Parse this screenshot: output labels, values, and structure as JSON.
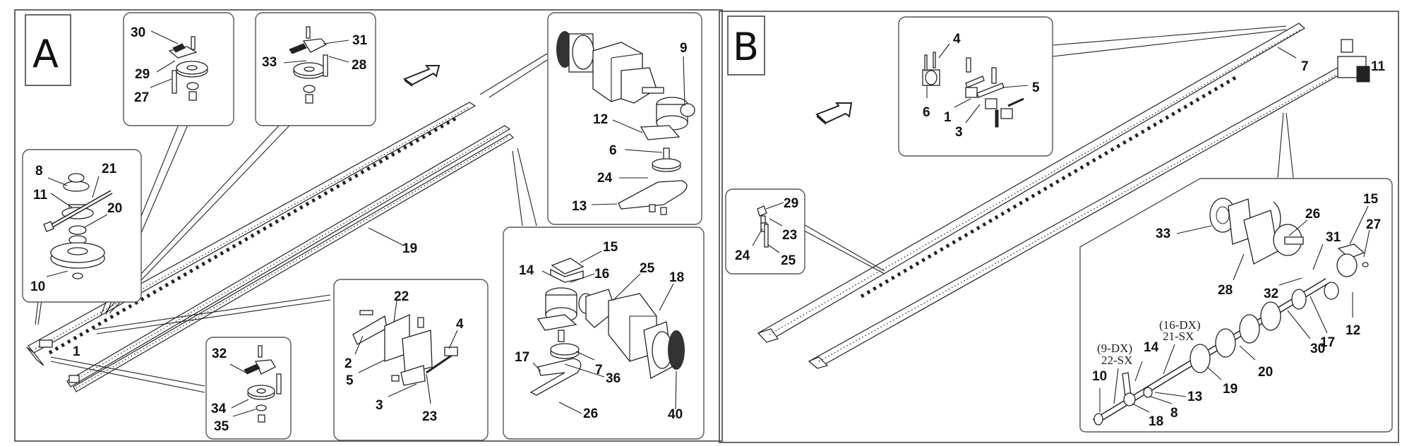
{
  "figure": {
    "description": "Exploded parts diagram of conveyor rail assemblies with numbered callouts",
    "panels": [
      {
        "id": "A",
        "letter": "A",
        "direction_arrow": "arrow-icon",
        "main_callouts": [
          "1",
          "19"
        ],
        "detail_boxes": [
          {
            "name": "tensioner-pulley-a",
            "callouts": [
              "30",
              "29",
              "27"
            ]
          },
          {
            "name": "tensioner-pulley-b",
            "callouts": [
              "31",
              "33",
              "28"
            ]
          },
          {
            "name": "idler-pulley",
            "callouts": [
              "8",
              "21",
              "11",
              "20",
              "10"
            ]
          },
          {
            "name": "motor-drive-top",
            "callouts": [
              "9",
              "12",
              "6",
              "24",
              "13"
            ]
          },
          {
            "name": "sensor-bracket",
            "callouts": [
              "22",
              "4",
              "2",
              "5",
              "3",
              "23"
            ]
          },
          {
            "name": "tensioner-pulley-c",
            "callouts": [
              "32",
              "34",
              "35"
            ]
          },
          {
            "name": "motor-drive-bottom",
            "callouts": [
              "15",
              "14",
              "16",
              "25",
              "18",
              "17",
              "7",
              "36",
              "26",
              "40"
            ]
          }
        ]
      },
      {
        "id": "B",
        "letter": "B",
        "direction_arrow": "arrow-icon",
        "main_callouts": [
          "7",
          "11"
        ],
        "detail_boxes": [
          {
            "name": "clamp-assembly",
            "callouts": [
              "4",
              "5",
              "6",
              "1",
              "3"
            ]
          },
          {
            "name": "guide-bracket",
            "callouts": [
              "29",
              "23",
              "24",
              "25"
            ]
          },
          {
            "name": "roller-shaft-drive",
            "callouts": [
              "33",
              "26",
              "15",
              "27",
              "31",
              "28",
              "32",
              "12",
              "17",
              "30",
              "20",
              "19",
              "14",
              "13",
              "8",
              "18",
              "10"
            ],
            "variant_labels": [
              {
                "dx": "(16-DX)",
                "sx": "21-SX"
              },
              {
                "dx": "(9-DX)",
                "sx": "22-SX"
              }
            ]
          }
        ]
      }
    ]
  }
}
